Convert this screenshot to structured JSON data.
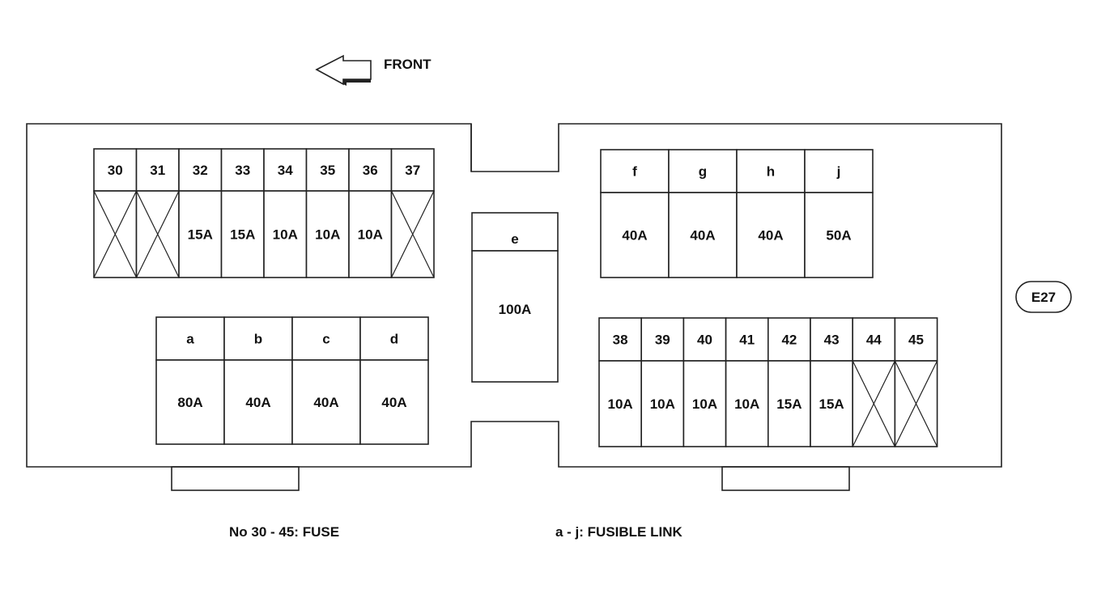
{
  "direction": {
    "label": "FRONT",
    "icon": "left-arrow-icon"
  },
  "connector_label": "E27",
  "fuse_block_left": {
    "numbers": [
      "30",
      "31",
      "32",
      "33",
      "34",
      "35",
      "36",
      "37"
    ],
    "ratings": [
      "",
      "",
      "15A",
      "15A",
      "10A",
      "10A",
      "10A",
      ""
    ],
    "empty": [
      true,
      true,
      false,
      false,
      false,
      false,
      false,
      true
    ]
  },
  "fuse_block_right": {
    "numbers": [
      "38",
      "39",
      "40",
      "41",
      "42",
      "43",
      "44",
      "45"
    ],
    "ratings": [
      "10A",
      "10A",
      "10A",
      "10A",
      "15A",
      "15A",
      "",
      ""
    ],
    "empty": [
      false,
      false,
      false,
      false,
      false,
      false,
      true,
      true
    ]
  },
  "link_block_left": {
    "letters": [
      "a",
      "b",
      "c",
      "d"
    ],
    "ratings": [
      "80A",
      "40A",
      "40A",
      "40A"
    ]
  },
  "link_center": {
    "letter": "e",
    "rating": "100A"
  },
  "link_block_right": {
    "letters": [
      "f",
      "g",
      "h",
      "j"
    ],
    "ratings": [
      "40A",
      "40A",
      "40A",
      "50A"
    ]
  },
  "legend": {
    "fuse": "No 30 - 45:  FUSE",
    "fusible_link": "a - j:  FUSIBLE LINK"
  }
}
